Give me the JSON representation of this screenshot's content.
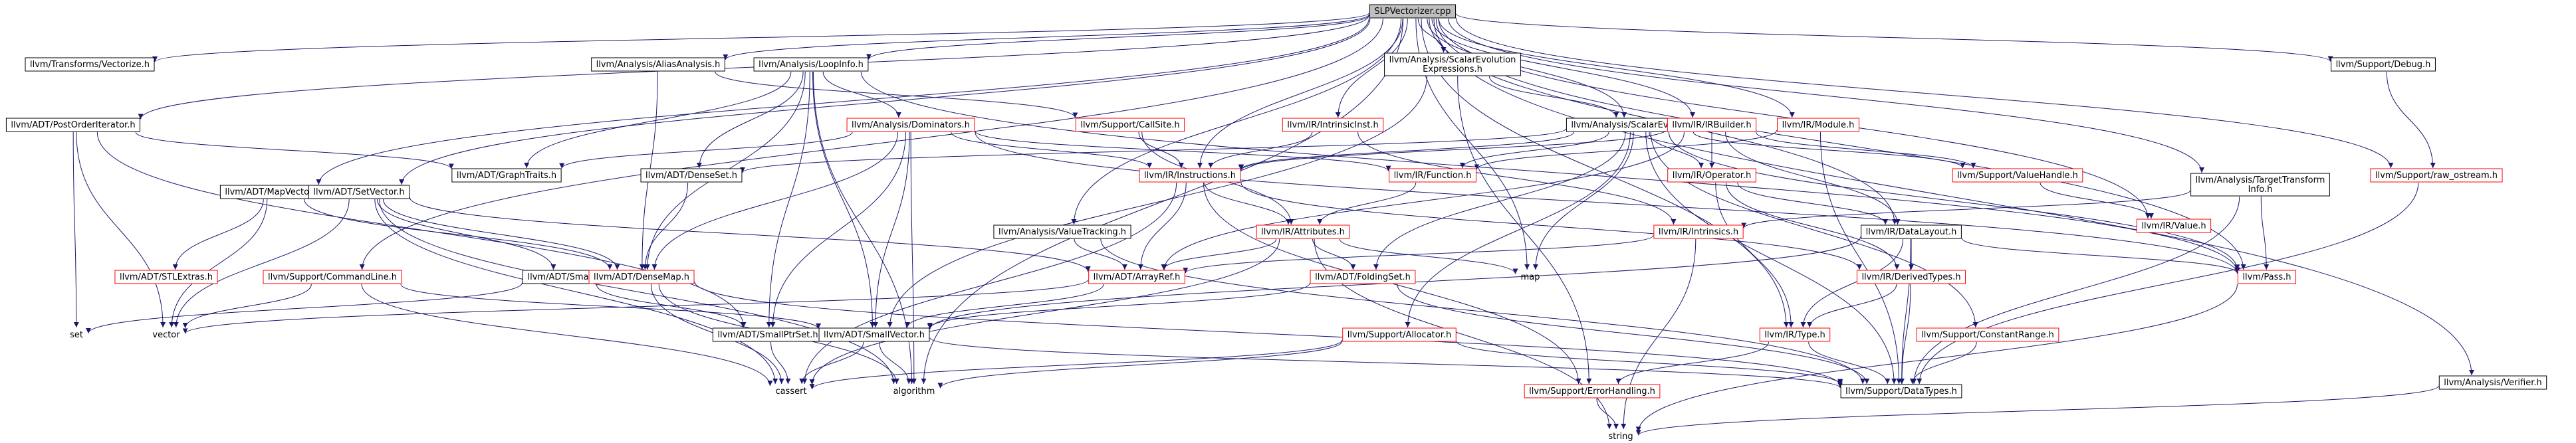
{
  "colors": {
    "edge": "#191970",
    "normal_border": "#000000",
    "red_border": "#ff0000",
    "root_fill": "#bfbfbf",
    "node_fill": "#ffffff",
    "text": "#000000"
  },
  "nodes": {
    "slp": {
      "label": "SLPVectorizer.cpp",
      "style": "root"
    },
    "vectorize": {
      "label": "llvm/Transforms/Vectorize.h",
      "style": "normal"
    },
    "postorder": {
      "label": "llvm/ADT/PostOrderIterator.h",
      "style": "normal"
    },
    "mapvector": {
      "label": "llvm/ADT/MapVector.h",
      "style": "normal"
    },
    "setvector": {
      "label": "llvm/ADT/SetVector.h",
      "style": "normal"
    },
    "aliasanalysis": {
      "label": "llvm/Analysis/AliasAnalysis.h",
      "style": "normal"
    },
    "loopinfo": {
      "label": "llvm/Analysis/LoopInfo.h",
      "style": "normal"
    },
    "scevexpr": {
      "label": [
        "llvm/Analysis/ScalarEvolution",
        "Expressions.h"
      ],
      "style": "normal"
    },
    "scev": {
      "label": "llvm/Analysis/ScalarEvolution.h",
      "style": "normal"
    },
    "irbuilder": {
      "label": "llvm/IR/IRBuilder.h",
      "style": "red"
    },
    "module": {
      "label": "llvm/IR/Module.h",
      "style": "red"
    },
    "debug": {
      "label": "llvm/Support/Debug.h",
      "style": "normal"
    },
    "tti": {
      "label": [
        "llvm/Analysis/TargetTransform",
        "Info.h"
      ],
      "style": "normal"
    },
    "dominators": {
      "label": "llvm/Analysis/Dominators.h",
      "style": "red"
    },
    "callsite": {
      "label": "llvm/Support/CallSite.h",
      "style": "red"
    },
    "intrinsicinst": {
      "label": "llvm/IR/IntrinsicInst.h",
      "style": "red"
    },
    "graphtraits": {
      "label": "llvm/ADT/GraphTraits.h",
      "style": "normal"
    },
    "denseset": {
      "label": "llvm/ADT/DenseSet.h",
      "style": "normal"
    },
    "instructions": {
      "label": "llvm/IR/Instructions.h",
      "style": "red"
    },
    "function": {
      "label": "llvm/IR/Function.h",
      "style": "red"
    },
    "operator": {
      "label": "llvm/IR/Operator.h",
      "style": "red"
    },
    "valuehandle": {
      "label": "llvm/Support/ValueHandle.h",
      "style": "red"
    },
    "rawostream": {
      "label": "llvm/Support/raw_ostream.h",
      "style": "red"
    },
    "value": {
      "label": "llvm/IR/Value.h",
      "style": "red"
    },
    "valuetracking": {
      "label": "llvm/Analysis/ValueTracking.h",
      "style": "normal"
    },
    "attributes": {
      "label": "llvm/IR/Attributes.h",
      "style": "red"
    },
    "intrinsics": {
      "label": "llvm/IR/Intrinsics.h",
      "style": "red"
    },
    "datalayout": {
      "label": "llvm/IR/DataLayout.h",
      "style": "normal"
    },
    "stlextras": {
      "label": "llvm/ADT/STLExtras.h",
      "style": "red"
    },
    "commandline": {
      "label": "llvm/Support/CommandLine.h",
      "style": "red"
    },
    "smallset": {
      "label": "llvm/ADT/SmallSet.h",
      "style": "normal"
    },
    "densemap": {
      "label": "llvm/ADT/DenseMap.h",
      "style": "red"
    },
    "arrayref": {
      "label": "llvm/ADT/ArrayRef.h",
      "style": "red"
    },
    "map": {
      "label": "map",
      "style": "plain"
    },
    "foldingset": {
      "label": "llvm/ADT/FoldingSet.h",
      "style": "red"
    },
    "derivedtypes": {
      "label": "llvm/IR/DerivedTypes.h",
      "style": "red"
    },
    "pass": {
      "label": "llvm/Pass.h",
      "style": "red"
    },
    "set": {
      "label": "set",
      "style": "plain"
    },
    "vector": {
      "label": "vector",
      "style": "plain"
    },
    "smallptrset": {
      "label": "llvm/ADT/SmallPtrSet.h",
      "style": "normal"
    },
    "smallvector": {
      "label": "llvm/ADT/SmallVector.h",
      "style": "normal"
    },
    "allocator": {
      "label": "llvm/Support/Allocator.h",
      "style": "red"
    },
    "constantrange": {
      "label": "llvm/Support/ConstantRange.h",
      "style": "red"
    },
    "type": {
      "label": "llvm/IR/Type.h",
      "style": "red"
    },
    "cassert": {
      "label": "cassert",
      "style": "plain"
    },
    "algorithm": {
      "label": "algorithm",
      "style": "plain"
    },
    "errorhandling": {
      "label": "llvm/Support/ErrorHandling.h",
      "style": "red"
    },
    "datatypes": {
      "label": "llvm/Support/DataTypes.h",
      "style": "normal"
    },
    "verifier": {
      "label": "llvm/Analysis/Verifier.h",
      "style": "normal"
    },
    "string": {
      "label": "string",
      "style": "plain"
    }
  },
  "edges": [
    [
      "slp",
      "vectorize"
    ],
    [
      "slp",
      "postorder"
    ],
    [
      "slp",
      "mapvector"
    ],
    [
      "slp",
      "setvector"
    ],
    [
      "slp",
      "aliasanalysis"
    ],
    [
      "slp",
      "loopinfo"
    ],
    [
      "slp",
      "scevexpr"
    ],
    [
      "slp",
      "scev"
    ],
    [
      "slp",
      "irbuilder"
    ],
    [
      "slp",
      "module"
    ],
    [
      "slp",
      "debug"
    ],
    [
      "slp",
      "tti"
    ],
    [
      "slp",
      "intrinsicinst"
    ],
    [
      "slp",
      "instructions"
    ],
    [
      "slp",
      "valuetracking"
    ],
    [
      "slp",
      "commandline"
    ],
    [
      "slp",
      "map"
    ],
    [
      "slp",
      "algorithm"
    ],
    [
      "slp",
      "type"
    ],
    [
      "slp",
      "value"
    ],
    [
      "slp",
      "datalayout"
    ],
    [
      "slp",
      "rawostream"
    ],
    [
      "slp",
      "pass"
    ],
    [
      "slp",
      "verifier"
    ],
    [
      "postorder",
      "graphtraits"
    ],
    [
      "postorder",
      "smallptrset"
    ],
    [
      "postorder",
      "set"
    ],
    [
      "postorder",
      "vector"
    ],
    [
      "mapvector",
      "densemap"
    ],
    [
      "mapvector",
      "stlextras"
    ],
    [
      "mapvector",
      "vector"
    ],
    [
      "setvector",
      "densemap"
    ],
    [
      "setvector",
      "smallset"
    ],
    [
      "setvector",
      "arrayref"
    ],
    [
      "setvector",
      "vector"
    ],
    [
      "setvector",
      "cassert"
    ],
    [
      "setvector",
      "algorithm"
    ],
    [
      "aliasanalysis",
      "callsite"
    ],
    [
      "aliasanalysis",
      "densemap"
    ],
    [
      "loopinfo",
      "dominators"
    ],
    [
      "loopinfo",
      "graphtraits"
    ],
    [
      "loopinfo",
      "denseset"
    ],
    [
      "loopinfo",
      "densemap"
    ],
    [
      "loopinfo",
      "smallptrset"
    ],
    [
      "loopinfo",
      "smallvector"
    ],
    [
      "loopinfo",
      "algorithm"
    ],
    [
      "loopinfo",
      "pass"
    ],
    [
      "scevexpr",
      "scev"
    ],
    [
      "scevexpr",
      "smallvector"
    ],
    [
      "scevexpr",
      "errorhandling"
    ],
    [
      "scev",
      "instructions"
    ],
    [
      "scev",
      "function"
    ],
    [
      "scev",
      "operator"
    ],
    [
      "scev",
      "denseset"
    ],
    [
      "scev",
      "foldingset"
    ],
    [
      "scev",
      "map"
    ],
    [
      "scev",
      "valuehandle"
    ],
    [
      "scev",
      "allocator"
    ],
    [
      "scev",
      "constantrange"
    ],
    [
      "scev",
      "datatypes"
    ],
    [
      "scev",
      "pass"
    ],
    [
      "irbuilder",
      "instructions"
    ],
    [
      "irbuilder",
      "operator"
    ],
    [
      "irbuilder",
      "datalayout"
    ],
    [
      "irbuilder",
      "arrayref"
    ],
    [
      "irbuilder",
      "valuehandle"
    ],
    [
      "module",
      "function"
    ],
    [
      "module",
      "datatypes"
    ],
    [
      "debug",
      "rawostream"
    ],
    [
      "tti",
      "intrinsics"
    ],
    [
      "tti",
      "pass"
    ],
    [
      "tti",
      "datatypes"
    ],
    [
      "dominators",
      "function"
    ],
    [
      "dominators",
      "instructions"
    ],
    [
      "dominators",
      "graphtraits"
    ],
    [
      "dominators",
      "densemap"
    ],
    [
      "dominators",
      "smallptrset"
    ],
    [
      "dominators",
      "smallvector"
    ],
    [
      "dominators",
      "algorithm"
    ],
    [
      "dominators",
      "pass"
    ],
    [
      "callsite",
      "instructions"
    ],
    [
      "callsite",
      "attributes"
    ],
    [
      "intrinsicinst",
      "instructions"
    ],
    [
      "intrinsicinst",
      "intrinsics"
    ],
    [
      "denseset",
      "densemap"
    ],
    [
      "instructions",
      "attributes"
    ],
    [
      "instructions",
      "arrayref"
    ],
    [
      "instructions",
      "derivedtypes"
    ],
    [
      "instructions",
      "errorhandling"
    ],
    [
      "instructions",
      "cassert"
    ],
    [
      "function",
      "attributes"
    ],
    [
      "operator",
      "datalayout"
    ],
    [
      "operator",
      "derivedtypes"
    ],
    [
      "operator",
      "type"
    ],
    [
      "valuehandle",
      "value"
    ],
    [
      "rawostream",
      "datatypes"
    ],
    [
      "valuetracking",
      "arrayref"
    ],
    [
      "valuetracking",
      "datatypes"
    ],
    [
      "attributes",
      "arrayref"
    ],
    [
      "attributes",
      "foldingset"
    ],
    [
      "attributes",
      "map"
    ],
    [
      "attributes",
      "string"
    ],
    [
      "attributes",
      "cassert"
    ],
    [
      "intrinsics",
      "arrayref"
    ],
    [
      "intrinsics",
      "string"
    ],
    [
      "datalayout",
      "derivedtypes"
    ],
    [
      "datalayout",
      "type"
    ],
    [
      "datalayout",
      "pass"
    ],
    [
      "datalayout",
      "smallvector"
    ],
    [
      "datalayout",
      "datatypes"
    ],
    [
      "commandline",
      "smallvector"
    ],
    [
      "commandline",
      "vector"
    ],
    [
      "commandline",
      "cassert"
    ],
    [
      "smallset",
      "smallptrset"
    ],
    [
      "smallset",
      "set"
    ],
    [
      "densemap",
      "datatypes"
    ],
    [
      "densemap",
      "algorithm"
    ],
    [
      "densemap",
      "cassert"
    ],
    [
      "arrayref",
      "smallvector"
    ],
    [
      "arrayref",
      "vector"
    ],
    [
      "foldingset",
      "smallvector"
    ],
    [
      "foldingset",
      "datatypes"
    ],
    [
      "derivedtypes",
      "type"
    ],
    [
      "derivedtypes",
      "datatypes"
    ],
    [
      "pass",
      "string"
    ],
    [
      "smallptrset",
      "cassert"
    ],
    [
      "smallvector",
      "algorithm"
    ],
    [
      "smallvector",
      "cassert"
    ],
    [
      "smallvector",
      "datatypes"
    ],
    [
      "allocator",
      "algorithm"
    ],
    [
      "allocator",
      "cassert"
    ],
    [
      "allocator",
      "datatypes"
    ],
    [
      "constantrange",
      "datatypes"
    ],
    [
      "type",
      "errorhandling"
    ],
    [
      "type",
      "datatypes"
    ],
    [
      "errorhandling",
      "string"
    ],
    [
      "verifier",
      "string"
    ]
  ]
}
